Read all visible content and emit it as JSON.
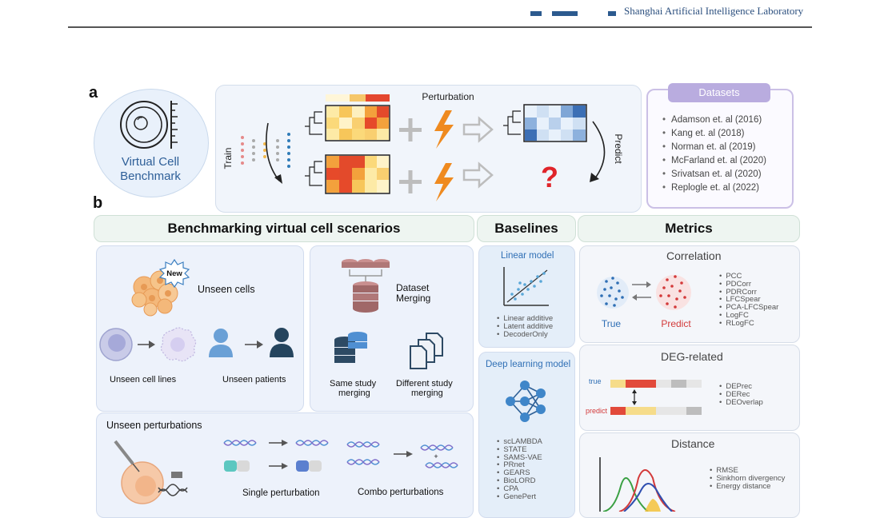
{
  "header": {
    "org_text": "Shanghai Artificial Intelligence Laboratory"
  },
  "panel_a": {
    "letter": "a",
    "logo_text": "Virtual Cell Benchmark",
    "train_label": "Train",
    "perturbation_label": "Perturbation",
    "predict_label": "Predict",
    "question_mark": "?",
    "datasets_title": "Datasets",
    "datasets": [
      "Adamson et. al (2016)",
      "Kang et. al (2018)",
      "Norman et. al (2019)",
      "McFarland et. al (2020)",
      "Srivatsan et. al (2020)",
      "Replogle et. al (2022)"
    ]
  },
  "panel_b": {
    "letter": "b",
    "headers": {
      "scenarios": "Benchmarking virtual cell scenarios",
      "baselines": "Baselines",
      "metrics": "Metrics"
    },
    "unseen_cells": {
      "badge": "New",
      "title": "Unseen cells",
      "cell_lines": "Unseen cell lines",
      "patients": "Unseen patients"
    },
    "dataset_merging": {
      "title_line1": "Dataset",
      "title_line2": "Merging",
      "same_line1": "Same study",
      "same_line2": "merging",
      "diff_line1": "Different study",
      "diff_line2": "merging"
    },
    "unseen_perturbations": {
      "title": "Unseen perturbations",
      "single": "Single perturbation",
      "combo": "Combo perturbations",
      "plus": "+"
    },
    "linear_model": {
      "title": "Linear model",
      "items": [
        "Linear additive",
        "Latent additive",
        "DecoderOnly"
      ]
    },
    "deep_model": {
      "title": "Deep learning model",
      "items": [
        "scLAMBDA",
        "STATE",
        "SAMS-VAE",
        "PRnet",
        "GEARS",
        "BioLORD",
        "CPA",
        "GenePert"
      ]
    },
    "correlation": {
      "title": "Correlation",
      "true_label": "True",
      "predict_label": "Predict",
      "items": [
        "PCC",
        "PDCorr",
        "PDRCorr",
        "LFCSpear",
        "PCA-LFCSpear",
        "LogFC",
        "RLogFC"
      ]
    },
    "deg": {
      "title": "DEG-related",
      "true_label": "true",
      "predict_label": "predict",
      "items": [
        "DEPrec",
        "DERec",
        "DEOverlap"
      ]
    },
    "distance": {
      "title": "Distance",
      "items": [
        "RMSE",
        "Sinkhorn divergency",
        "Energy distance"
      ]
    }
  },
  "colors": {
    "accent_blue": "#2f6fb5",
    "predict_red": "#d33a3a",
    "dataset_purple": "#b9acdf",
    "lightning": "#ef8a1f"
  }
}
